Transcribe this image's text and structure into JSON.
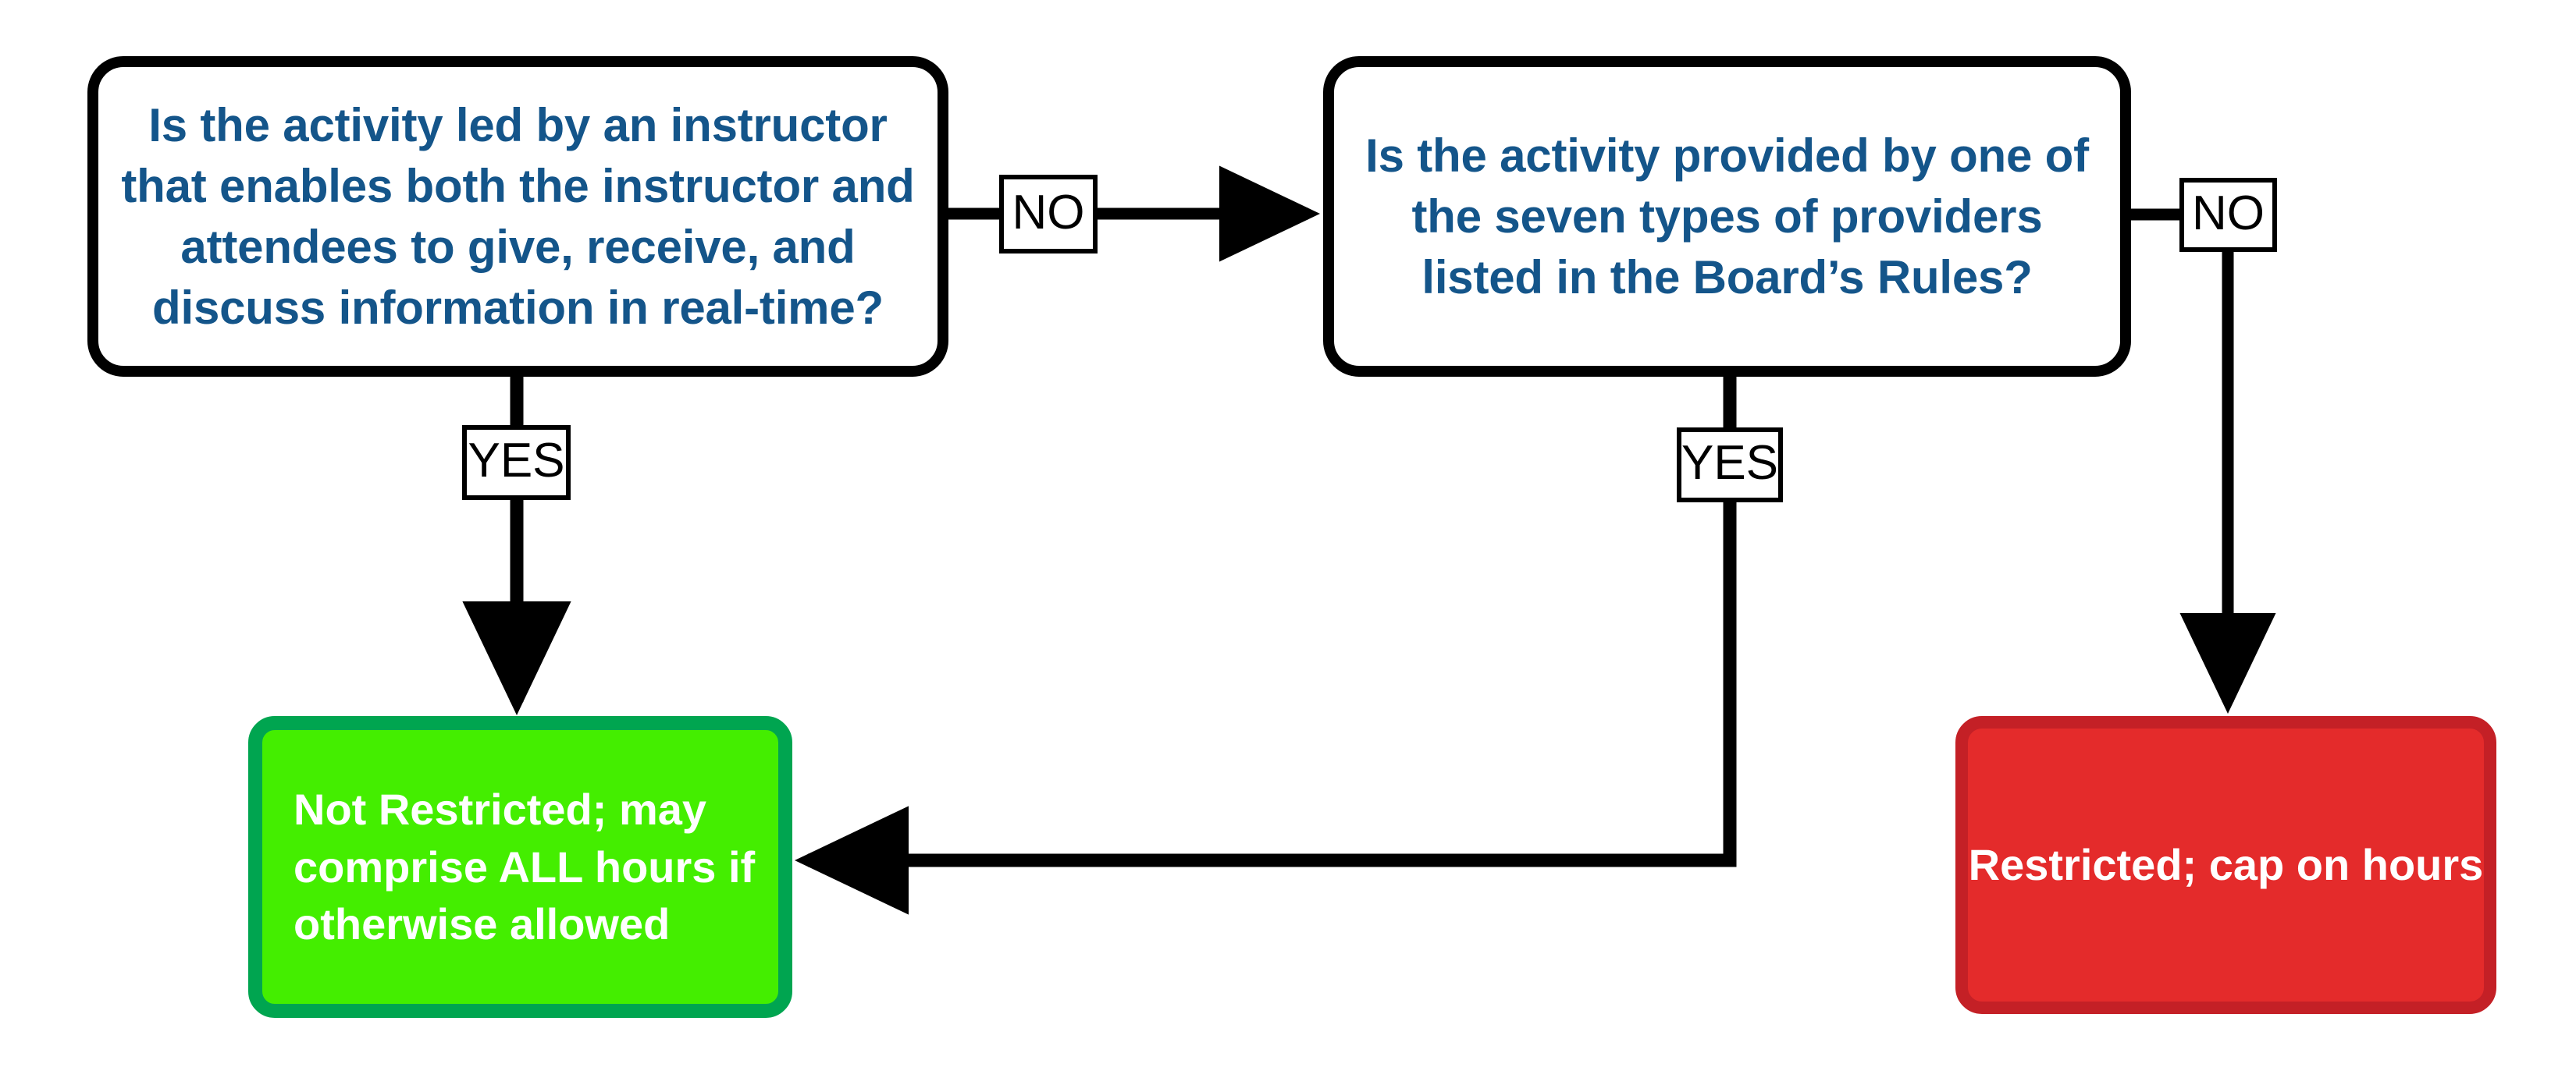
{
  "diagram": {
    "title": "Continuing education activity restriction decision flowchart",
    "colors": {
      "question_text": "#14558a",
      "question_border": "#000000",
      "question_fill": "#ffffff",
      "allowed_fill": "#44ee00",
      "allowed_border": "#00a550",
      "restricted_fill": "#e42b2b",
      "restricted_border": "#c42026",
      "edge": "#000000",
      "outcome_text": "#ffffff"
    },
    "nodes": [
      {
        "id": "q1",
        "type": "decision",
        "text": "Is the activity led by an instructor that enables both the instructor and attendees to give, receive, and discuss information in real-time?"
      },
      {
        "id": "q2",
        "type": "decision",
        "text": "Is the activity provided by one of the seven types of providers listed in the Board’s Rules?"
      },
      {
        "id": "allowed",
        "type": "outcome",
        "text": "Not Restricted; may comprise ALL hours if otherwise allowed"
      },
      {
        "id": "restricted",
        "type": "outcome",
        "text": "Restricted; cap on hours"
      }
    ],
    "edges": [
      {
        "id": "q1-no",
        "from": "q1",
        "to": "q2",
        "label": "NO"
      },
      {
        "id": "q1-yes",
        "from": "q1",
        "to": "allowed",
        "label": "YES"
      },
      {
        "id": "q2-yes",
        "from": "q2",
        "to": "allowed",
        "label": "YES"
      },
      {
        "id": "q2-no",
        "from": "q2",
        "to": "restricted",
        "label": "NO"
      }
    ]
  }
}
